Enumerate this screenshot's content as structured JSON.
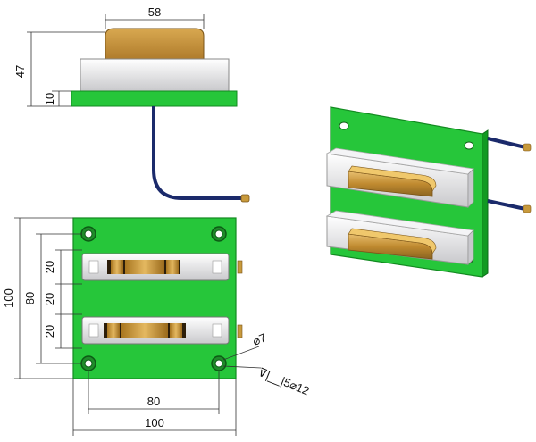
{
  "side_view": {
    "width_label": "58",
    "height_label": "47",
    "base_label": "10"
  },
  "front_view": {
    "height_outer": "100",
    "height_mid": "80",
    "gap_top": "20",
    "gap_mid": "20",
    "gap_bottom": "20",
    "width_inner": "80",
    "width_outer": "100",
    "hole_diameter": "⌀7",
    "counterbore": "⊽|__|5⌀12"
  },
  "colors": {
    "board": "#26c63a",
    "board_dark": "#129a22",
    "ceramic": "#e8e8ea",
    "gold": "#c89a3c",
    "gold_dark": "#8a6420",
    "wire": "#1b2a6b"
  }
}
